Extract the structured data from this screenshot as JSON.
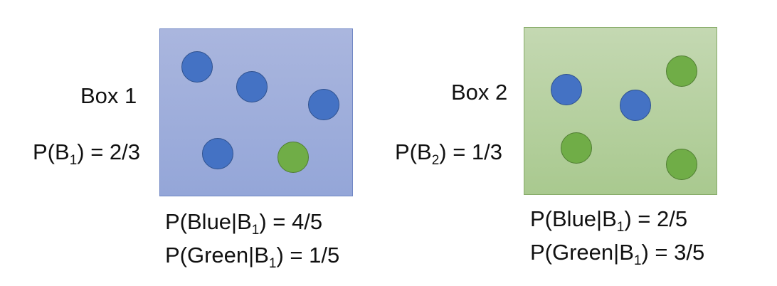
{
  "box1": {
    "title": "Box 1",
    "prior": {
      "pre": "P(B",
      "sub": "1",
      "post": ") = 2/3"
    },
    "blue_count": 4,
    "green_count": 1,
    "colors": {
      "fill": "#a0b0dc",
      "blue_ball": "#4472c4",
      "green_ball": "#70ad47"
    },
    "likelihoods": [
      {
        "pre": "P(Blue|B",
        "sub": "1",
        "post": ") = 4/5"
      },
      {
        "pre": "P(Green|B",
        "sub": "1",
        "post": ") = 1/5"
      }
    ]
  },
  "box2": {
    "title": "Box 2",
    "prior": {
      "pre": "P(B",
      "sub": "2",
      "post": ") = 1/3"
    },
    "blue_count": 2,
    "green_count": 3,
    "colors": {
      "fill": "#b6d0a0",
      "blue_ball": "#4472c4",
      "green_ball": "#70ad47"
    },
    "likelihoods": [
      {
        "pre": "P(Blue|B",
        "sub": "1",
        "post": ") = 2/5"
      },
      {
        "pre": "P(Green|B",
        "sub": "1",
        "post": ") = 3/5"
      }
    ]
  }
}
